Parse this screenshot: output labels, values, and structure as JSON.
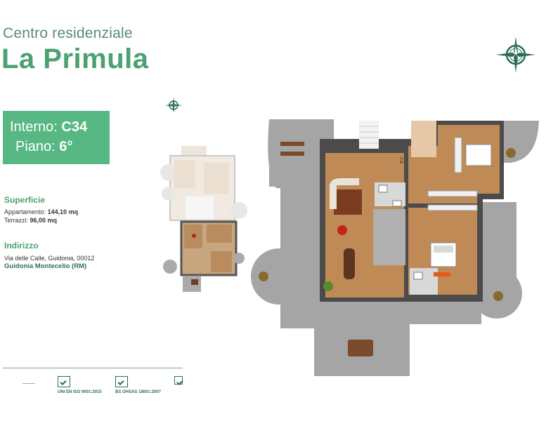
{
  "header": {
    "subtitle": "Centro residenziale",
    "title": "La Primula"
  },
  "unit": {
    "interno_label": "Interno:",
    "interno_value": "C34",
    "piano_label": "Piano:",
    "piano_value": "6°"
  },
  "superficie": {
    "heading": "Superficie",
    "appartamento_label": "Appartamento:",
    "appartamento_value": "144,10 mq",
    "terrazzi_label": "Terrazzi:",
    "terrazzi_value": "96,00 mq"
  },
  "indirizzo": {
    "heading": "Indirizzo",
    "street": "Via delle Calle, Guidonia, 00012",
    "city": "Guidonia Montecelio (RM)"
  },
  "certifications": [
    {
      "label": "UNI EN ISO 9001:2015"
    },
    {
      "label": "BS OHSAS 18001:2007"
    }
  ],
  "plan": {
    "room_tag": "C4"
  },
  "colors": {
    "brand_green": "#4aa272",
    "badge_green": "#57b883",
    "dark_teal": "#2c6e55"
  }
}
